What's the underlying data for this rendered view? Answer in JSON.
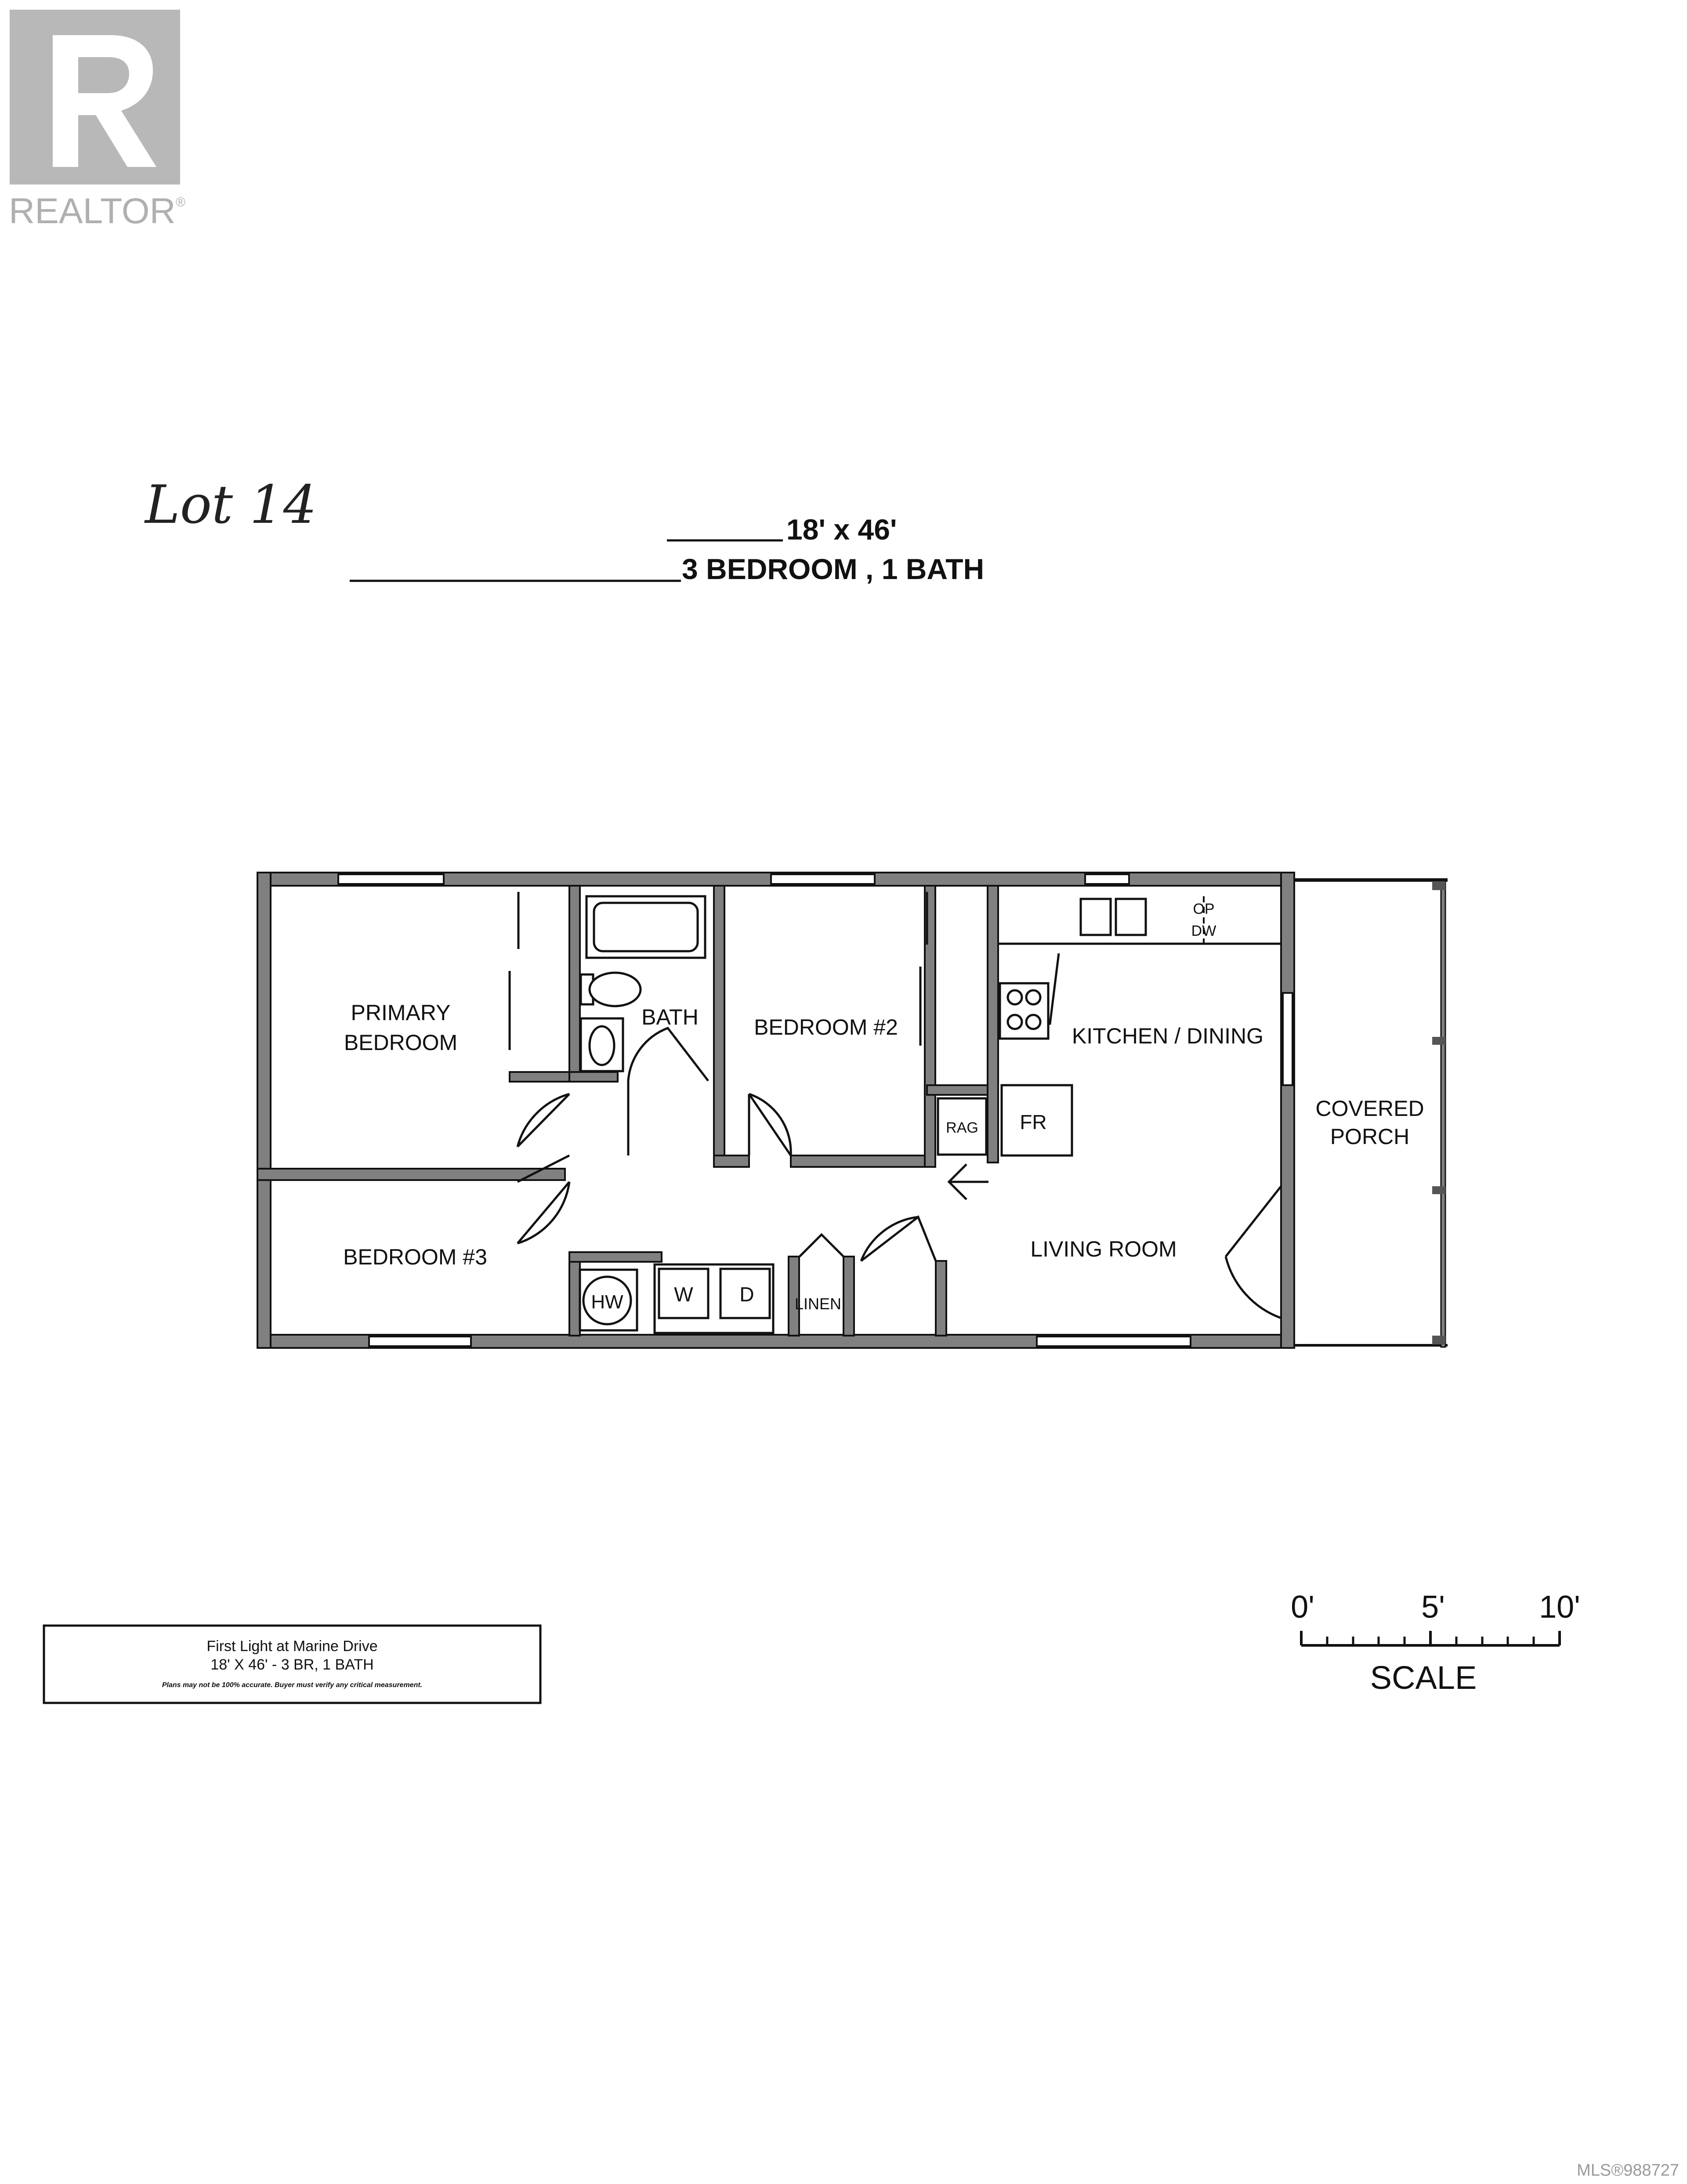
{
  "logo": {
    "text": "REALTOR",
    "reg": "®"
  },
  "handwritten_note": "Lot 14",
  "header": {
    "dimensions": "18' x 46'",
    "summary": "3 BEDROOM , 1 BATH"
  },
  "rooms": {
    "primary_line1": "PRIMARY",
    "primary_line2": "BEDROOM",
    "bath": "BATH",
    "bedroom2": "BEDROOM #2",
    "kitchen": "KITCHEN / DINING",
    "porch_line1": "COVERED",
    "porch_line2": "PORCH",
    "bedroom3": "BEDROOM #3",
    "living": "LIVING ROOM"
  },
  "fixtures": {
    "op": "OP",
    "dw": "DW",
    "rag": "RAG",
    "fr": "FR",
    "hw": "HW",
    "w": "W",
    "d": "D",
    "linen": "LINEN"
  },
  "info_box": {
    "line1": "First Light at Marine Drive",
    "line2": "18' X 46' - 3 BR, 1 BATH",
    "line3": "Plans may not be 100% accurate. Buyer must verify any critical measurement."
  },
  "scale": {
    "tick0": "0'",
    "tick5": "5'",
    "tick10": "10'",
    "label": "SCALE"
  },
  "mls": "MLS®988727"
}
